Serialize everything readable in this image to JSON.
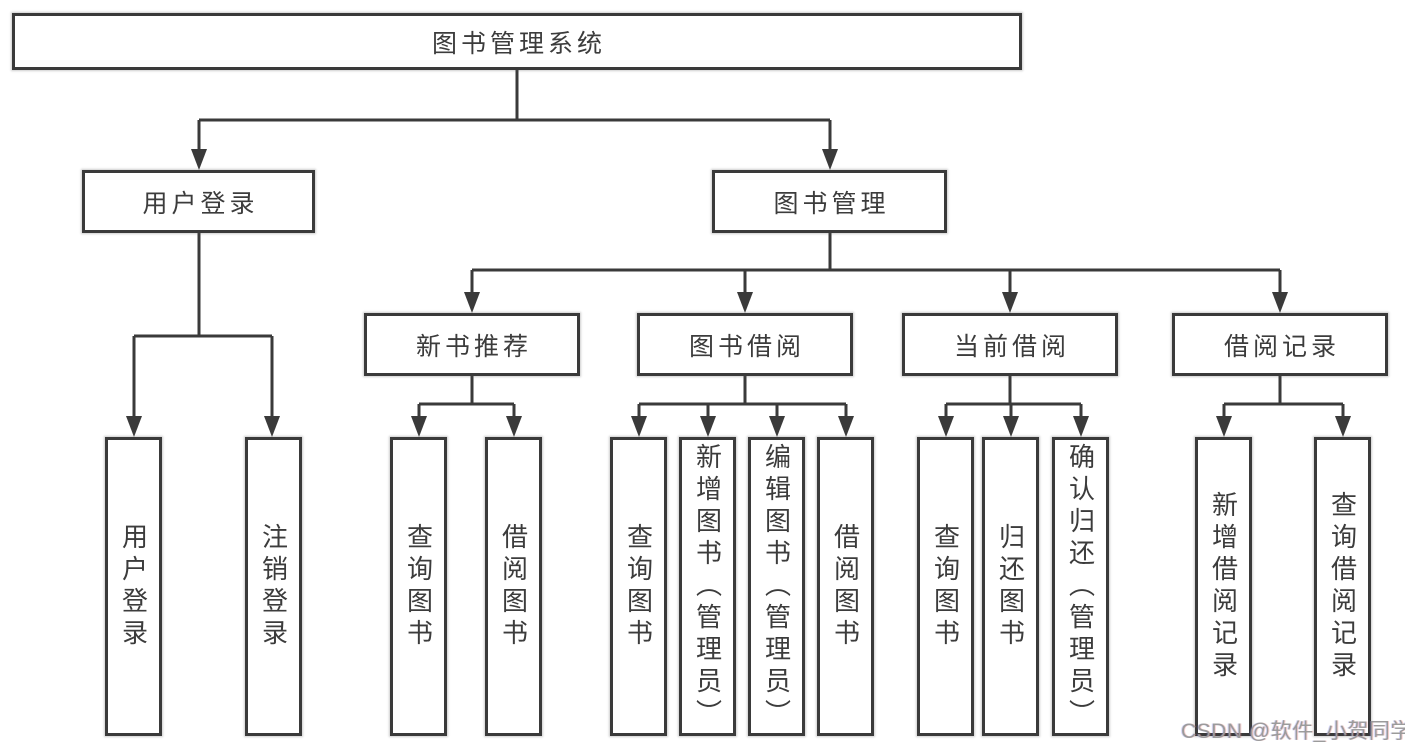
{
  "diagram_title": "图书管理系统",
  "tree": {
    "label": "图书管理系统",
    "children": [
      {
        "label": "用户登录",
        "children": [
          {
            "label": "用户登录"
          },
          {
            "label": "注销登录"
          }
        ]
      },
      {
        "label": "图书管理",
        "children": [
          {
            "label": "新书推荐",
            "children": [
              {
                "label": "查询图书"
              },
              {
                "label": "借阅图书"
              }
            ]
          },
          {
            "label": "图书借阅",
            "children": [
              {
                "label": "查询图书"
              },
              {
                "label": "新增图书（管理员）"
              },
              {
                "label": "编辑图书（管理员）"
              },
              {
                "label": "借阅图书"
              }
            ]
          },
          {
            "label": "当前借阅",
            "children": [
              {
                "label": "查询图书"
              },
              {
                "label": "归还图书"
              },
              {
                "label": "确认归还（管理员）"
              }
            ]
          },
          {
            "label": "借阅记录",
            "children": [
              {
                "label": "新增借阅记录"
              },
              {
                "label": "查询借阅记录"
              }
            ]
          }
        ]
      }
    ]
  },
  "watermark": "CSDN @软件_小贺同学",
  "colors": {
    "line": "#3a3a3a",
    "text": "#3c3c3c",
    "box_background": "#ffffff",
    "watermark": "#9b9b9b",
    "page_background": "#ffffff"
  }
}
